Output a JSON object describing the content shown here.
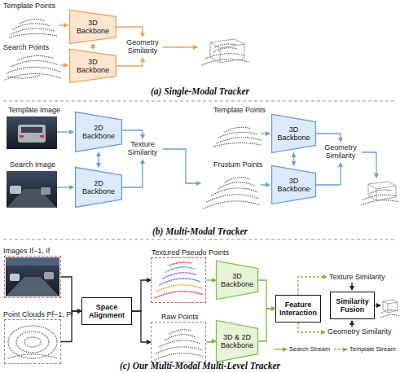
{
  "diagram": {
    "nodes": [
      {
        "text": [
          "3D Backbone"
        ]
      },
      {
        "text": [
          "3D Backbone"
        ]
      },
      {
        "text": [
          "2D Backbone"
        ]
      },
      {
        "text": [
          "2D Backbone"
        ]
      },
      {
        "text": [
          "3D Backbone"
        ]
      },
      {
        "text": [
          "3D Backbone"
        ]
      },
      {
        "text": [
          "Images If−1, If"
        ]
      },
      {
        "text": [
          "Textured Pseudo Points"
        ]
      },
      {
        "text": [
          "3D Backbone"
        ]
      },
      {
        "text": [
          "Point Clouds Pf−1, Pf"
        ]
      },
      {
        "text": [
          "Space Alignment"
        ]
      },
      {
        "text": [
          "Raw Points"
        ]
      },
      {
        "text": [
          "3D & 2D Backbone"
        ]
      },
      {
        "text": [
          "Feature Interaction"
        ]
      },
      {
        "text": [
          "Similarity Fusion"
        ]
      }
    ],
    "edges": [
      {
        "from": 0,
        "to": 1,
        "arrow": "both"
      },
      {
        "from": 2,
        "to": 3,
        "arrow": "both"
      },
      {
        "from": 4,
        "to": 5,
        "arrow": "both"
      },
      {
        "from": 6,
        "to": 10,
        "arrow": "to"
      },
      {
        "from": 9,
        "to": 10,
        "arrow": "to"
      },
      {
        "from": 10,
        "to": 7,
        "arrow": "to"
      },
      {
        "from": 10,
        "to": 11,
        "arrow": "to"
      },
      {
        "from": 7,
        "to": 8,
        "arrow": "to"
      },
      {
        "from": 11,
        "to": 12,
        "arrow": "to"
      },
      {
        "from": 8,
        "to": 13,
        "arrow": "to"
      },
      {
        "from": 12,
        "to": 13,
        "arrow": "to"
      }
    ],
    "labels": [
      "Template Points",
      "Search Points",
      "Geometry Similarity",
      "(a) Single-Modal Tracker",
      "Template Image",
      "Texture Similarity",
      "Template Points",
      "Geometry Similarity",
      "Search Image",
      "Frustum Points",
      "(b) Multi-Modal Tracker",
      "Texture Similarity",
      "Geometry Similarity",
      "(c) Our Multi-Modal Multi-Level Tracker"
    ],
    "legend": [
      {
        "text": "Search Stream"
      },
      {
        "text": "Template Stream"
      }
    ]
  }
}
